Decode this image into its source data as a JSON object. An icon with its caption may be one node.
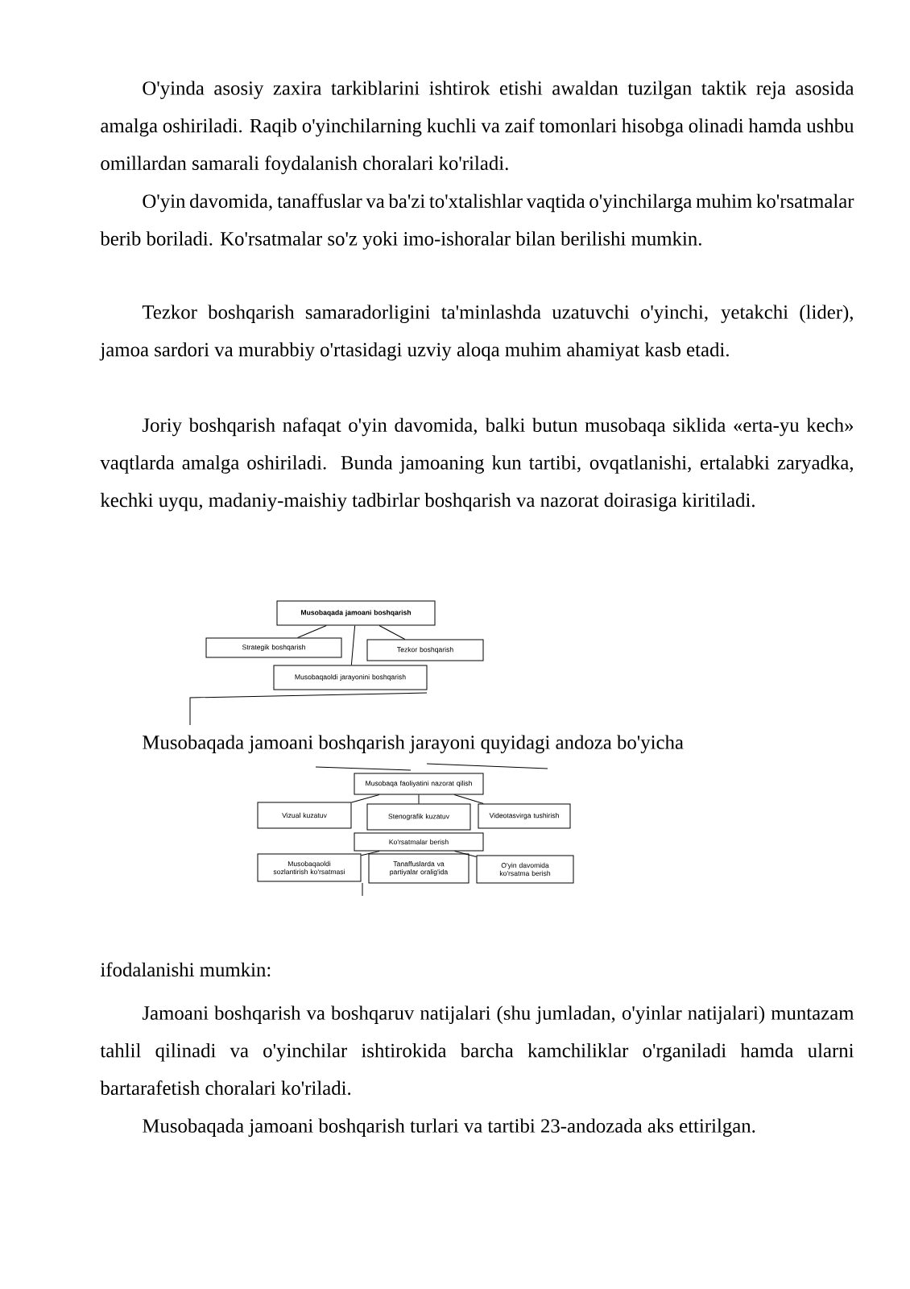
{
  "diagram": {
    "nodes": [
      {
        "text": [
          "Musobaqada jamoani boshqarish"
        ]
      },
      {
        "text": [
          "Strategik boshqarish"
        ]
      },
      {
        "text": [
          "Tezkor boshqarish"
        ]
      },
      {
        "text": [
          "Musobaqaoldi jarayonini boshqarish"
        ]
      },
      {
        "text": [
          "Musobaqa faoliyatini nazorat qilish"
        ]
      },
      {
        "text": [
          "Vizual kuzatuv"
        ]
      },
      {
        "text": [
          "Stenografik kuzatuv"
        ]
      },
      {
        "text": [
          "Videotasvirga tushirish"
        ]
      },
      {
        "text": [
          "Ko'rsatmalar berish"
        ]
      },
      {
        "text": [
          "Musobaqaoldi sozlantirish ko'rsatmasi"
        ]
      },
      {
        "text": [
          "Tanaffuslarda va partiyalar oralig'ida"
        ]
      },
      {
        "text": [
          "O'yin davomida ko'rsatma berish"
        ]
      }
    ],
    "edges": [
      {
        "from": 0,
        "to": 1,
        "arrow": "none"
      },
      {
        "from": 0,
        "to": 2,
        "arrow": "none"
      },
      {
        "from": 0,
        "to": 3,
        "arrow": "none"
      },
      {
        "from": 4,
        "to": 5,
        "arrow": "none"
      },
      {
        "from": 4,
        "to": 6,
        "arrow": "none"
      },
      {
        "from": 4,
        "to": 7,
        "arrow": "none"
      },
      {
        "from": 8,
        "to": 9,
        "arrow": "none"
      },
      {
        "from": 8,
        "to": 11,
        "arrow": "none"
      }
    ],
    "labels": [
      "O'yinda asosiy zaxira tarkiblarini ishtirok etishi awaldan tuzilgan taktik reja asosida amalga oshiriladi. Raqib o'yinchilarning kuchli va zaif tomonlari hisobga olinadi hamda ushbu omillardan samarali foydalanish choralari ko'riladi.",
      "O'yin davomida, tanaffuslar va ba'zi to'xtalishlar vaqtida o'yinchilarga muhim ko'rsatmalar berib boriladi. Ko'rsatmalar so'z yoki imo-ishoralar bilan berilishi mumkin.",
      "Tezkor boshqarish samaradorligini ta'minlashda uzatuvchi o'yinchi, yetakchi (lider), jamoa sardori va murabbiy o'rtasidagi uzviy aloqa muhim ahamiyat kasb etadi.",
      "Joriy boshqarish nafaqat o'yin davomida, balki butun musobaqa siklida «erta-yu kech» vaqtlarda amalga oshiriladi. Bunda jamoaning kun tartibi, ovqatlanishi, ertalabki zaryadka, kechki uyqu, madaniy-maishiy tadbirlar boshqarish va nazorat doirasiga kiritiladi.",
      "Musobaqada jamoani boshqarish jarayoni quyidagi andoza bo'yicha",
      "ifodalanishi mumkin:",
      "Jamoani boshqarish va boshqaruv natijalari (shu jumladan, o'yinlar natijalari) muntazam tahlil qilinadi va o'yinchilar ishtirokida barcha kamchiliklar o'rganiladi hamda ularni bartarafetish choralari ko'riladi.",
      "Musobaqada jamoani boshqarish turlari va tartibi 23-andozada aks ettirilgan."
    ]
  }
}
